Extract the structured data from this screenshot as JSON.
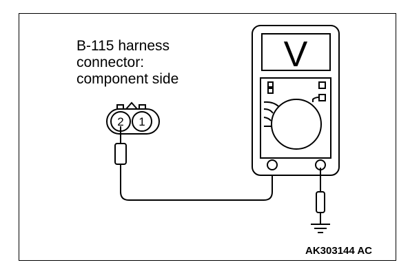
{
  "connector_label": [
    "B-115 harness",
    "connector:",
    "component side"
  ],
  "pins": [
    "2",
    "1"
  ],
  "meter_display": "V",
  "figure_code": "AK303144 AC"
}
